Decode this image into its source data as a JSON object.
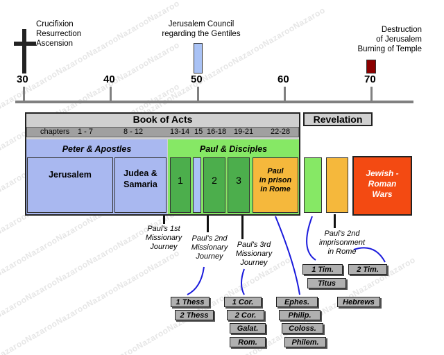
{
  "watermark": "NazarooNazarooNazarooNazarooNazarooNazaroo",
  "top_events": {
    "crucifixion": "Crucifixion\nResurrection\nAscension",
    "council": "Jerusalem Council\nregarding the Gentiles",
    "destruction": "Destruction\nof Jerusalem\nBurning of Temple"
  },
  "axis": {
    "ticks": [
      "30",
      "40",
      "50",
      "60",
      "70"
    ]
  },
  "acts": {
    "title": "Book of Acts",
    "chapters_label": "chapters",
    "chapters": [
      "1 - 7",
      "8 - 12",
      "13-14",
      "15",
      "16-18",
      "19-21",
      "22-28"
    ],
    "peter_header": "Peter & Apostles",
    "paul_header": "Paul & Disciples",
    "jerusalem": "Jerusalem",
    "judea": "Judea &\nSamaria",
    "journey1": "1",
    "journey2": "2",
    "journey3": "3",
    "prison": "Paul\nin prison\nin Rome"
  },
  "revelation": {
    "title": "Revelation"
  },
  "jewish_wars": "Jewish -\nRoman\nWars",
  "journeys": {
    "first": "Paul's 1st\nMissionary\nJourney",
    "second": "Paul's 2nd\nMissionary\nJourney",
    "third": "Paul's 3rd\nMissionary\nJourney",
    "imprisonment": "Paul's 2nd\nimprisonment\nin Rome"
  },
  "letters": {
    "thess1": "1 Thess",
    "thess2": "2 Thess",
    "cor1": "1 Cor.",
    "cor2": "2 Cor.",
    "galat": "Galat.",
    "rom": "Rom.",
    "ephes": "Ephes.",
    "philip": "Philip.",
    "coloss": "Coloss.",
    "philem": "Philem.",
    "tim1": "1 Tim.",
    "tim2": "2 Tim.",
    "titus": "Titus",
    "hebrews": "Hebrews"
  },
  "colors": {
    "peter_blue": "#a9b8f0",
    "paul_green": "#86e865",
    "dark_green": "#4cae4c",
    "prison_orange": "#f5b83c",
    "wars_red": "#f34a12",
    "temple_red": "#8b0000",
    "council_blue": "#a9c2f5",
    "grey": "#b0b0b0",
    "connector_blue": "#1a1adc"
  }
}
